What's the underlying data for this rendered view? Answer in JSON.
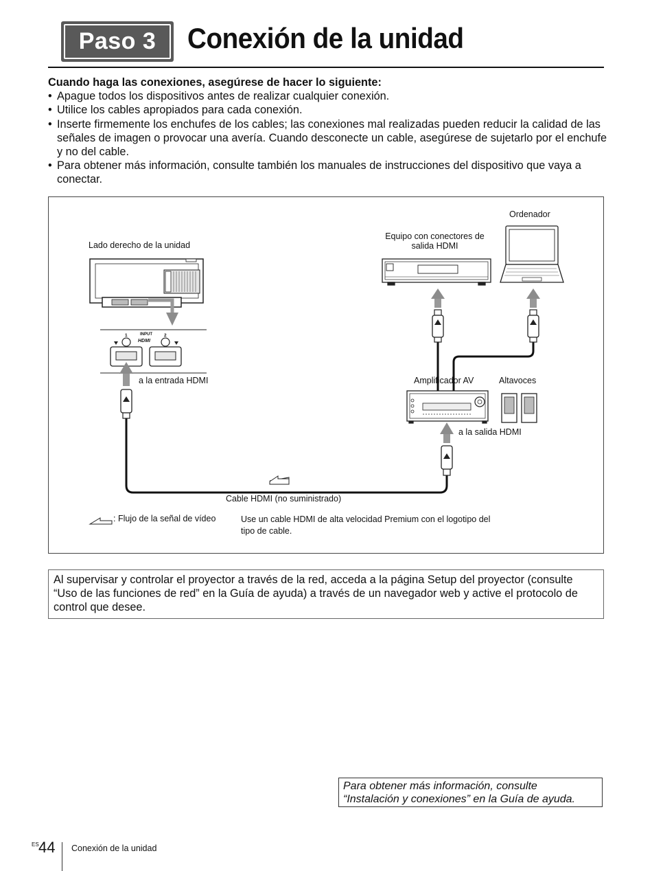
{
  "header": {
    "step_label": "Paso 3",
    "title": "Conexión de la unidad"
  },
  "intro": {
    "heading": "Cuando haga las conexiones, asegúrese de hacer lo siguiente:",
    "bullets": [
      "Apague todos los dispositivos antes de realizar cualquier conexión.",
      "Utilice los cables apropiados para cada conexión.",
      "Inserte firmemente los enchufes de los cables; las conexiones mal realizadas pueden reducir la calidad de las señales de imagen o provocar una avería. Cuando desconecte un cable, asegúrese de sujetarlo por el enchufe y no del cable.",
      "Para obtener más información, consulte también los manuales de instrucciones del dispositivo que vaya a conectar."
    ]
  },
  "diagram": {
    "label_unit_side": "Lado derecho de la unidad",
    "panel_input_label": "INPUT",
    "panel_hdmi_label": "HDMI",
    "panel_port_1": "1",
    "panel_port_2": "2",
    "label_hdmi_input": "a la entrada HDMI",
    "label_hdmi_output_device_line1": "Equipo con conectores de",
    "label_hdmi_output_device_line2": "salida HDMI",
    "label_computer": "Ordenador",
    "label_av_amplifier": "Amplificador AV",
    "label_speakers": "Altavoces",
    "label_hdmi_output": "a la salida HDMI",
    "label_cable": "Cable HDMI (no suministrado)",
    "legend_signal_flow": ": Flujo de la señal de vídeo",
    "legend_cable_note_line1": "Use un cable HDMI de alta velocidad Premium con el logotipo del",
    "legend_cable_note_line2": "tipo de cable."
  },
  "network_note": "Al supervisar y controlar el proyector a través de la red, acceda a la página Setup del proyector (consulte “Uso de las funciones de red” en la Guía de ayuda) a través de un navegador web y active el protocolo de control que desee.",
  "reference": {
    "line1": "Para obtener más información, consulte",
    "line2": "“Instalación y conexiones” en la Guía de ayuda."
  },
  "footer": {
    "language_code": "ES",
    "page_number": "44",
    "section": "Conexión de la unidad"
  }
}
